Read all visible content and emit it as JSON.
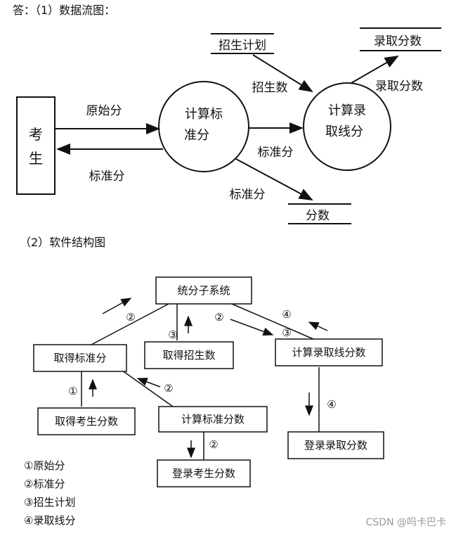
{
  "header": {
    "answer_line": "答：（1）数据流图：",
    "section2": "（2）软件结构图"
  },
  "dfd": {
    "entity_student": "考\n生",
    "process_calc_std": [
      "计算标",
      "准分"
    ],
    "process_calc_line": [
      "计算录",
      "取线分"
    ],
    "store_plan": "招生计划",
    "store_line": "录取分数",
    "store_score": "分数",
    "flow_raw": "原始分",
    "flow_std_back": "标准分",
    "flow_std_mid": "标准分",
    "flow_std_down": "标准分",
    "flow_enroll": "招生数",
    "flow_line_out": "录取分数"
  },
  "structure": {
    "root": "统分子系统",
    "get_std": "取得标准分",
    "get_enroll": "取得招生数",
    "calc_line": "计算录取线分数",
    "get_exam": "取得考生分数",
    "calc_std": "计算标准分数",
    "reg_exam": "登录考生分数",
    "reg_line": "登录录取分数",
    "labels": {
      "c2a": "②",
      "c3a": "③",
      "c2b": "②",
      "c4a": "④",
      "c3b": "③",
      "c1": "①",
      "c2c": "②",
      "c4b": "④",
      "c2d": "②"
    },
    "legend": [
      "①原始分",
      "②标准分",
      "③招生计划",
      "④录取线分"
    ]
  },
  "watermark": "CSDN @吗卡巴卡"
}
